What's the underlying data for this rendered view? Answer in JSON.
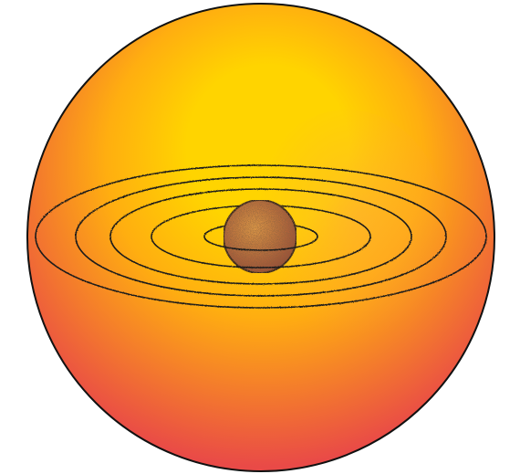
{
  "colors": {
    "background": "#ffffff",
    "sphere_core": "#ffd400",
    "sphere_mid": "#ffae10",
    "sphere_edge": "#e94a47",
    "outline": "#111111",
    "ring_stroke": "#1a1a1a",
    "body_core": "#e9a048",
    "body_edge": "#9b4a35"
  },
  "icons": {
    "outer_sphere": "sphere",
    "central_body": "planet",
    "orbits": "concentric-orbit-rings"
  },
  "orbit_ring_count": 5
}
